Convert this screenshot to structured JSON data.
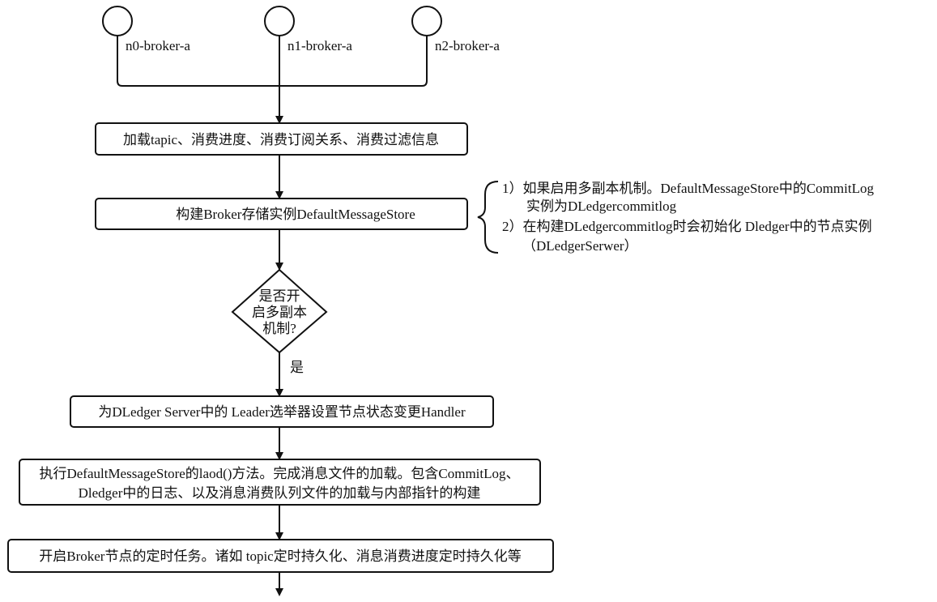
{
  "nodes": {
    "n0": "n0-broker-a",
    "n1": "n1-broker-a",
    "n2": "n2-broker-a"
  },
  "steps": {
    "load_meta": "加载tapic、消费进度、消费订阅关系、消费过滤信息",
    "build_store": "构建Broker存储实例DefaultMessageStore",
    "decision": [
      "是否开",
      "启多副本",
      "机制?"
    ],
    "decision_yes": "是",
    "set_handler": "为DLedger Server中的 Leader选举器设置节点状态变更Handler",
    "load_files": [
      "执行DefaultMessageStore的laod()方法。完成消息文件的加载。包含CommitLog、",
      "Dledger中的日志、以及消息消费队列文件的加载与内部指针的构建"
    ],
    "timed_tasks": "开启Broker节点的定时任务。诸如 topic定时持久化、消息消费进度定时持久化等"
  },
  "annotation": {
    "lines": [
      "1）如果启用多副本机制。DefaultMessageStore中的CommitLog",
      "实例为DLedgercommitlog",
      "2）在构建DLedgercommitlog时会初始化 Dledger中的节点实例",
      "（DLedgerSerwer）"
    ]
  }
}
